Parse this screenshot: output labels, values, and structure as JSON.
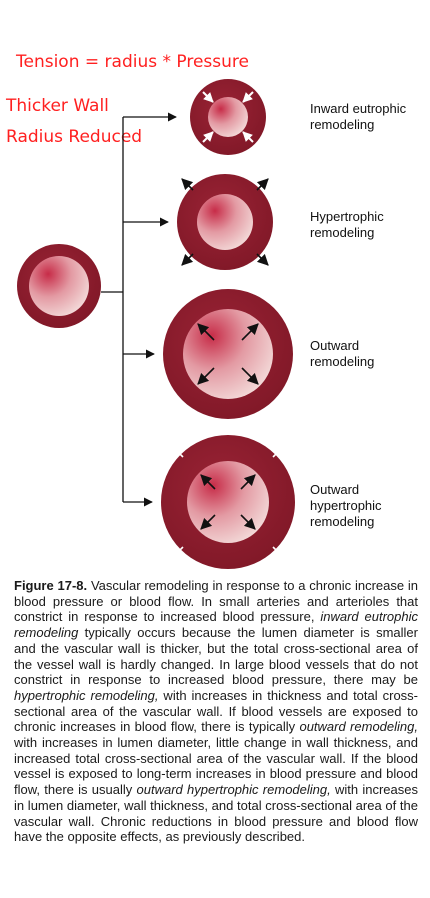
{
  "annotations": {
    "formula": "Tension = radius * Pressure",
    "note_line1": "Thicker Wall",
    "note_line2": "Radius Reduced"
  },
  "vessels": [
    {
      "label_lines": [
        "Inward eutrophic",
        "remodeling"
      ]
    },
    {
      "label_lines": [
        "Hypertrophic",
        "remodeling"
      ]
    },
    {
      "label_lines": [
        "Outward",
        "remodeling"
      ]
    },
    {
      "label_lines": [
        "Outward",
        "hypertrophic",
        "remodeling"
      ]
    }
  ],
  "caption": {
    "figure_label": "Figure 17-8.",
    "parts": [
      " Vascular remodeling in response to a chronic increase in blood pressure or blood flow. In small arteries and arterioles that constrict in response to increased blood pressure, ",
      "inward eutrophic remodeling",
      " typically occurs because the lumen diameter is smaller and the vascular wall is thicker, but the total cross-sectional area of the vessel wall is hardly changed. In large blood vessels that do not constrict in response to increased blood pressure, there may be ",
      "hypertrophic remodeling,",
      " with increases in thickness and total cross-sectional area of the vascular wall. If blood vessels are exposed to chronic increases in blood flow, there is typically ",
      "outward remodeling,",
      " with increases in lumen diameter, little change in wall thickness, and increased total cross-sectional area of the vascular wall. If the blood vessel is exposed to long-term increases in blood pressure and blood flow, there is usually ",
      "outward hypertrophic remodeling,",
      " with increases in lumen diameter, wall thickness, and total cross-sectional area of the vascular wall. Chronic reductions in blood pressure and blood flow have the opposite effects, as previously described."
    ]
  },
  "colors": {
    "wall": "#8c1c2c",
    "lumen_light": "#f4e0de",
    "lumen_dark": "#c8324a",
    "annotation_red": "#ff2020",
    "arrow": "#111111"
  }
}
